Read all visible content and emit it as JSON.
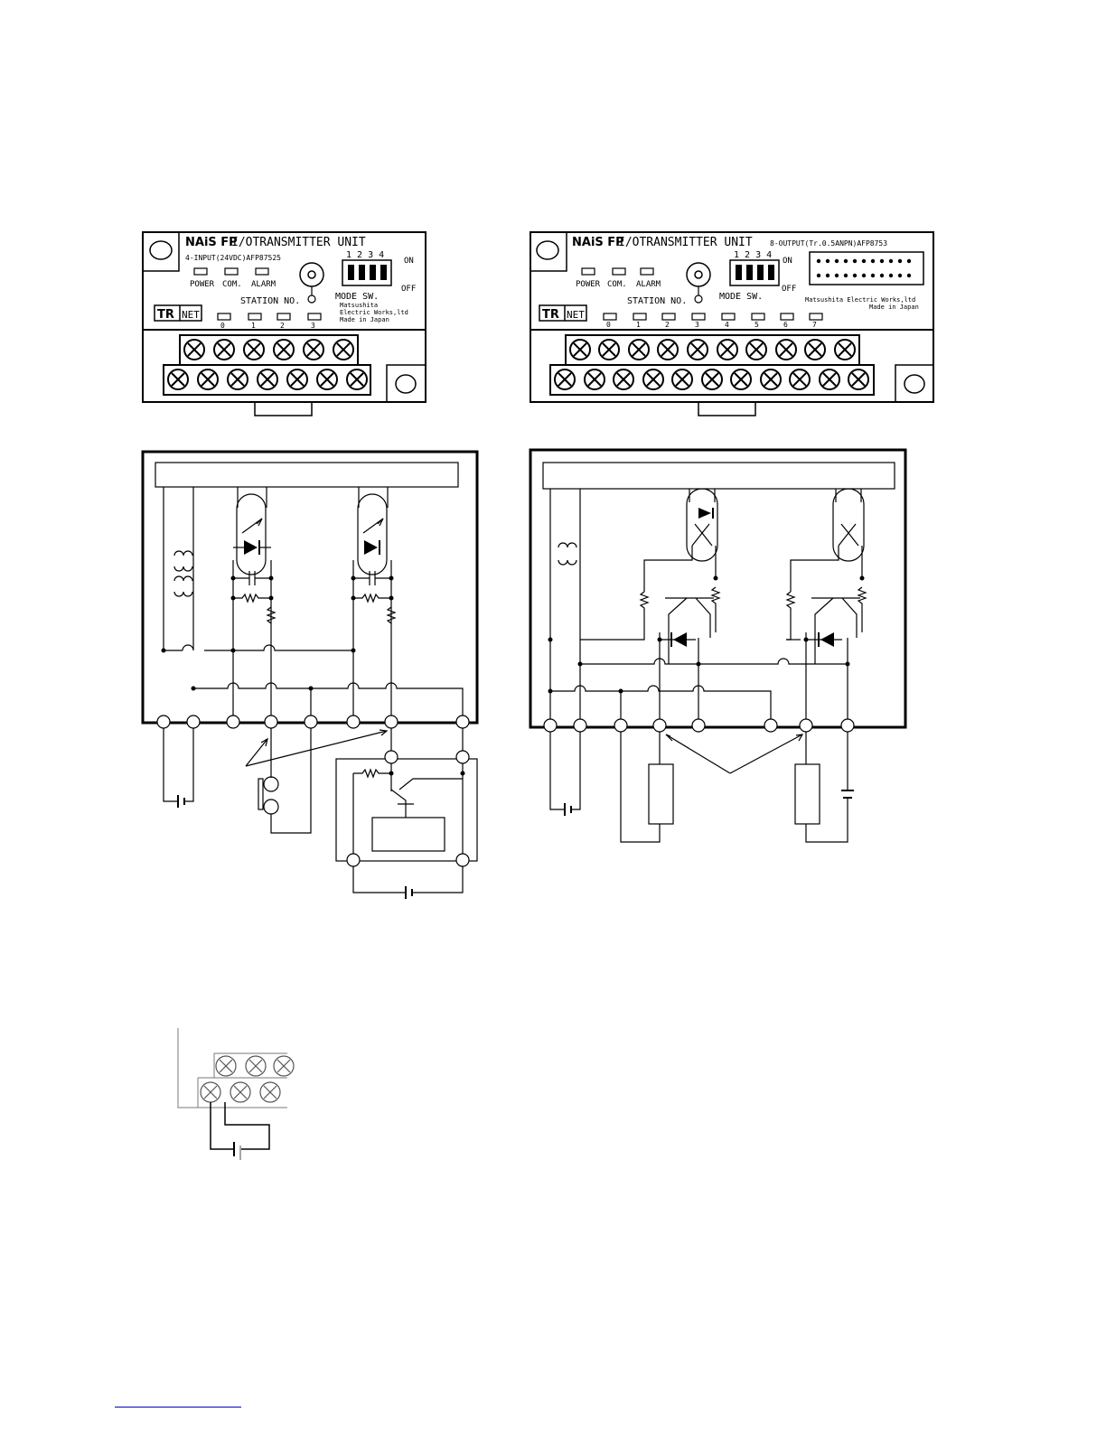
{
  "unit_input": {
    "brand": "NAiS FP",
    "title": "I/OTRANSMITTER UNIT",
    "model": "4-INPUT(24VDC)AFP87525",
    "leds": [
      "POWER",
      "COM.",
      "ALARM"
    ],
    "station_label": "STATION NO.",
    "mode_label": "MODE SW.",
    "dip_numbers": "1 2 3 4",
    "on_label": "ON",
    "off_label": "OFF",
    "maker": [
      "Matsushita",
      "Electric Works,ltd",
      "Made in Japan"
    ],
    "logo_a": "TR",
    "logo_b": "NET",
    "station_numbers": [
      "0",
      "1",
      "2",
      "3"
    ]
  },
  "unit_output": {
    "brand": "NAiS FP",
    "title": "I/OTRANSMITTER UNIT",
    "model": "8-OUTPUT(Tr.0.5ANPN)AFP8753",
    "leds": [
      "POWER",
      "COM.",
      "ALARM"
    ],
    "station_label": "STATION NO.",
    "mode_label": "MODE SW.",
    "dip_numbers": "1 2 3 4",
    "on_label": "ON",
    "off_label": "OFF",
    "maker": [
      "Matsushita Electric Works,ltd",
      "Made in Japan"
    ],
    "logo_a": "TR",
    "logo_b": "NET",
    "station_numbers": [
      "0",
      "1",
      "2",
      "3",
      "4",
      "5",
      "6",
      "7"
    ]
  }
}
